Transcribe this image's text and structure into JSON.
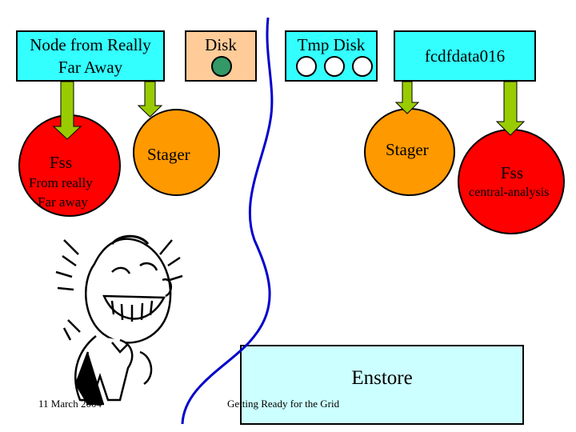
{
  "colors": {
    "cyan_box": "#33ffff",
    "peach_box": "#ffcc99",
    "stager_orange": "#ff9900",
    "fss_red": "#ff0000",
    "arrow_green": "#99cc00",
    "disk_green": "#339966",
    "divider_blue": "#0000cc",
    "enstore_fill": "#ccffff"
  },
  "nodes": {
    "far_node": {
      "label": "Node from Really Far Away"
    },
    "disk": {
      "label": "Disk"
    },
    "tmp_disk": {
      "label": "Tmp Disk"
    },
    "fcdfdata": {
      "label": "fcdfdata016"
    },
    "fss_left": {
      "title": "Fss",
      "subtitle_line1": "From really",
      "subtitle_line2": "Far away"
    },
    "stager_left": {
      "label": "Stager"
    },
    "stager_right": {
      "label": "Stager"
    },
    "fss_right": {
      "title": "Fss",
      "subtitle": "central-analysis"
    },
    "enstore": {
      "label": "Enstore"
    }
  },
  "footer": {
    "date": "11 March 2004",
    "title": "Getting Ready for the Grid"
  },
  "icons": {
    "clipart": "laughing-man-icon",
    "arrow": "down-arrow-icon"
  }
}
